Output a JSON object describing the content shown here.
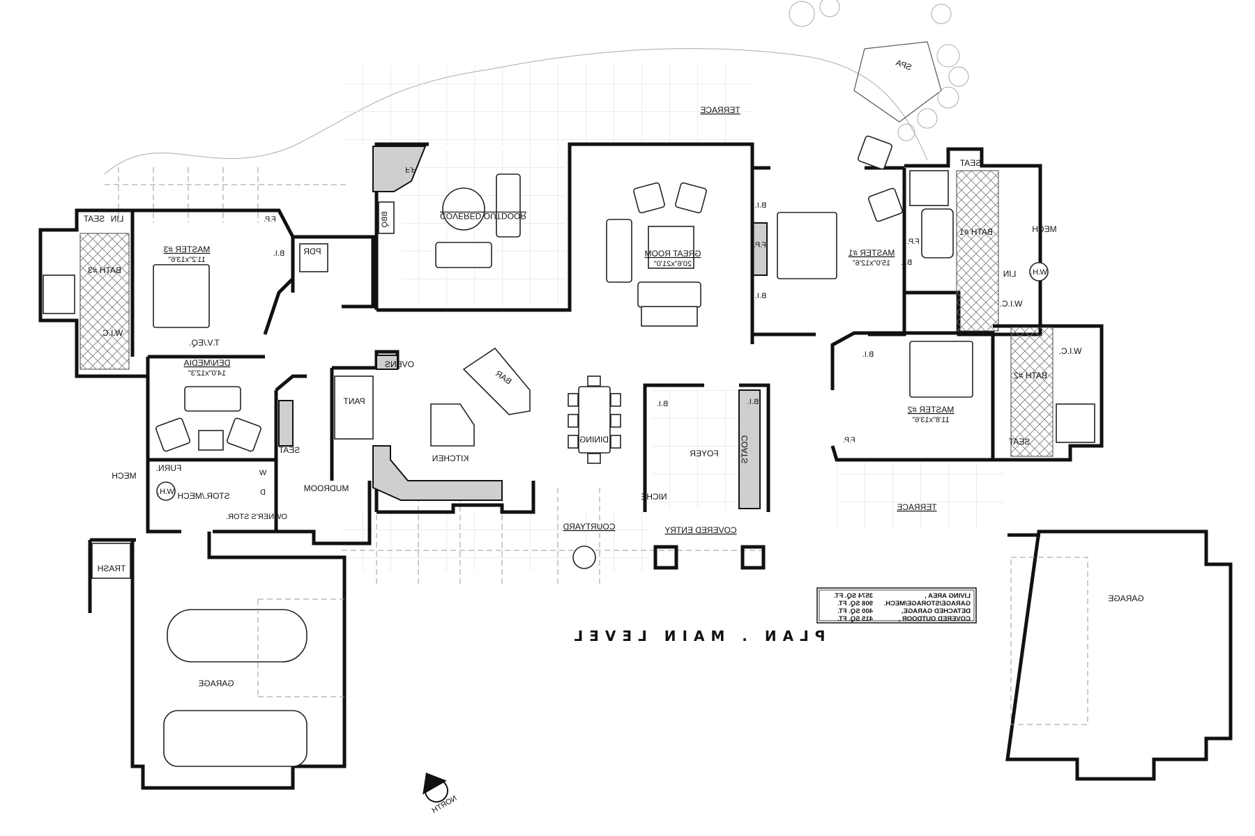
{
  "plan": {
    "title": "PLAN . MAIN LEVEL",
    "north_label": "NORTH"
  },
  "outdoor": {
    "terrace_top": "TERRACE",
    "spa": "SPA",
    "terrace_right": "TERRACE",
    "courtyard": "COURTYARD",
    "covered_entry": "COVERED ENTRY",
    "covered_outdoor": "COVERED OUTDOOR"
  },
  "rooms": {
    "great_room": {
      "name": "GREAT ROOM",
      "size": "20'6\"x21'0\""
    },
    "master1": {
      "name": "MASTER #1",
      "size": "15'0\"x12'6\""
    },
    "master2": {
      "name": "MASTER #2",
      "size": "11'8\"x13'6\""
    },
    "master3": {
      "name": "MASTER #3",
      "size": "11'2\"x13'6\""
    },
    "den": {
      "name": "DEN/MEDIA",
      "size": "14'0\"x12'3\""
    },
    "bath1": "BATH #1",
    "bath2": "BATH #2",
    "bath3": "BATH #3",
    "kitchen": "KITCHEN",
    "bar": "BAR",
    "ovens": "OVENS",
    "pant": "PANT",
    "dining": "DINING",
    "foyer": "FOYER",
    "coats": "COATS",
    "niche": "NICHE",
    "mudroom": "MUDROOM",
    "stor_mech": "STOR./MECH",
    "furn": "FURN.",
    "wh": "W.H.",
    "mech": "MECH",
    "owners_stor": "OWNER'S STOR.",
    "trash": "TRASH",
    "garage": "GARAGE",
    "detached_garage": "GARAGE",
    "pdr": "PDR",
    "tv_eq": "T.V./EQ.",
    "seat": "SEAT",
    "lin": "LIN",
    "wic": "W.I.C.",
    "fp": "F.P.",
    "bi": "B.I.",
    "bbq": "BBQ",
    "d": "D",
    "w": "W"
  },
  "area_table": [
    {
      "label": "LIVING AREA ,",
      "value": "3574 SQ. FT."
    },
    {
      "label": "GARAGE/STORAGE/MECH.",
      "value": "908 SQ. FT."
    },
    {
      "label": "DETACHED GARAGE,",
      "value": "400 SQ. FT."
    },
    {
      "label": "COVERED OUTDOOR ,",
      "value": "415 SQ. FT."
    }
  ]
}
